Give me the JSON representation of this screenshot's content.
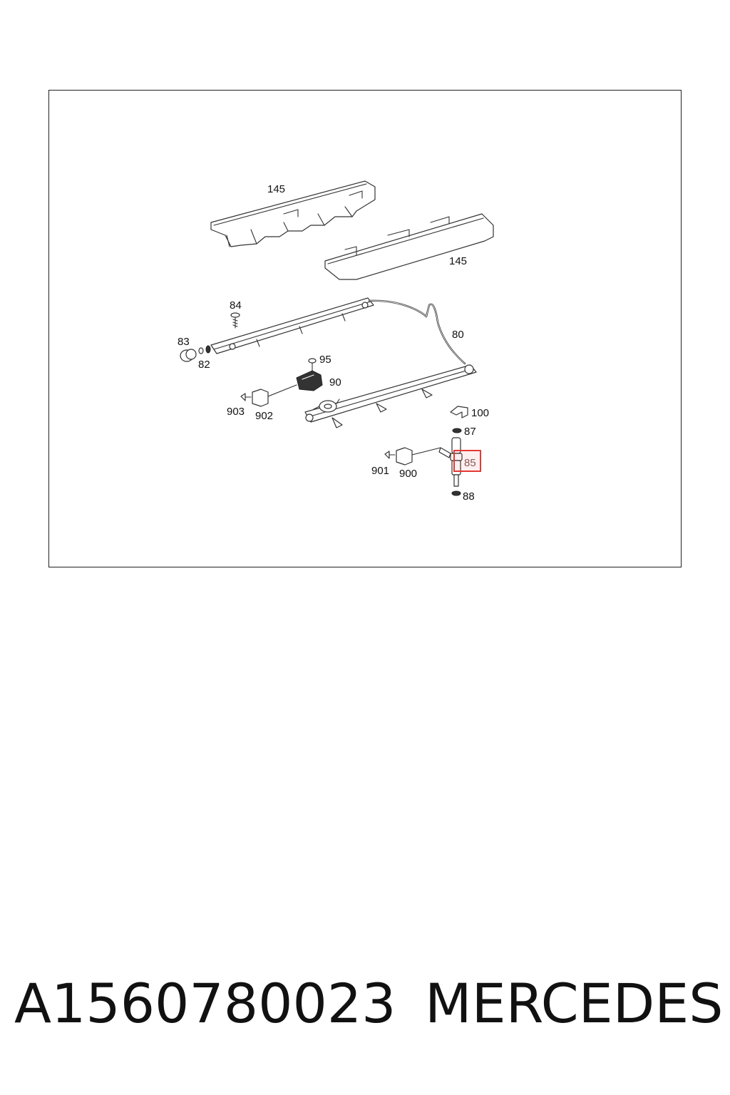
{
  "diagram": {
    "callouts": {
      "heat_shield_left": "145",
      "heat_shield_right": "145",
      "fuel_line": "80",
      "screw_84": "84",
      "cap_83": "83",
      "seal_82": "82",
      "screw_95": "95",
      "sensor_90": "90",
      "plug_903": "903",
      "connector_902": "902",
      "clip_100": "100",
      "oring_87": "87",
      "injector_85": "85",
      "oring_88": "88",
      "plug_901": "901",
      "connector_900": "900"
    },
    "highlighted_part": "85",
    "highlight_color": "#e53935"
  },
  "footer": {
    "part_number": "A1560780023",
    "brand": "MERCEDES"
  }
}
